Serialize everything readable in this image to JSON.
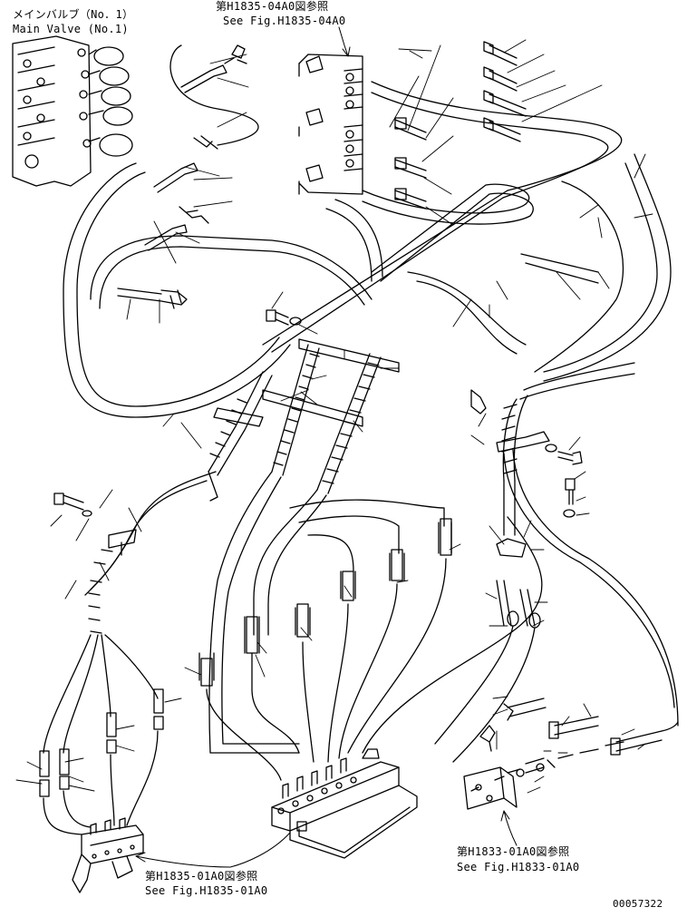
{
  "labels": {
    "main_valve_jp": "メインバルブ（No．1）",
    "main_valve_en": "Main Valve (No.1)",
    "ref_top_jp": "第H1835-04A0図参照",
    "ref_top_en": "See Fig.H1835-04A0",
    "ref_mid_jp": "第H1833-01A0図参照",
    "ref_mid_en": "See Fig.H1833-01A0",
    "ref_bottom_jp": "第H1835-01A0図参照",
    "ref_bottom_en": "See Fig.H1835-01A0",
    "drawing_number": "00057322"
  },
  "colors": {
    "line": "#000000",
    "background": "#ffffff"
  }
}
